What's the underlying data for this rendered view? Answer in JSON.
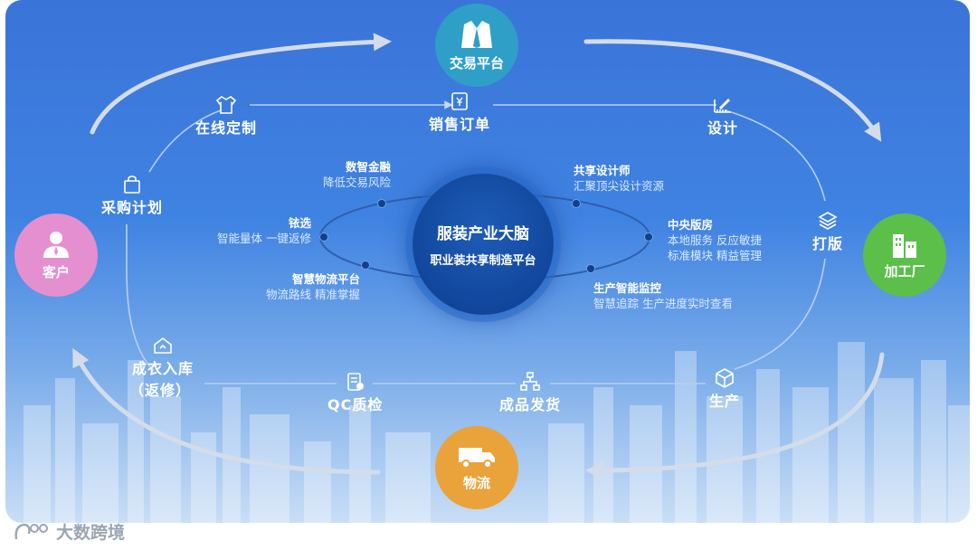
{
  "nodes": {
    "trade": "交易平台",
    "factory": "加工厂",
    "logistics": "物流",
    "customer": "客户"
  },
  "steps": {
    "online_custom": "在线定制",
    "sales_order": "销售订单",
    "design": "设计",
    "sampling": "打版",
    "produce": "生产",
    "ship": "成品发货",
    "qc": "QC质检",
    "warehouse_1": "成衣入库",
    "warehouse_2": "（返修）",
    "purchase": "采购计划"
  },
  "center": {
    "title": "服装产业大脑",
    "subtitle": "职业装共享制造平台"
  },
  "features": [
    {
      "name": "数智金融",
      "desc": "降低交易风险"
    },
    {
      "name": "铱选",
      "desc": "智能量体 一键返修"
    },
    {
      "name": "智慧物流平台",
      "desc": "物流路线 精准掌握"
    },
    {
      "name": "共享设计师",
      "desc": "汇聚顶尖设计资源"
    },
    {
      "name": "中央版房",
      "desc": "本地服务 反应敏捷",
      "desc2": "标准模块 精益管理"
    },
    {
      "name": "生产智能监控",
      "desc": "智慧追踪 生产进度实时查看"
    }
  ],
  "brand": "大数跨境",
  "colors": {
    "trade": "#2f9fc8",
    "factory": "#5bbf4a",
    "logistics": "#eaa23b",
    "customer": "#e48fd0",
    "center": "#0b3d8f"
  }
}
